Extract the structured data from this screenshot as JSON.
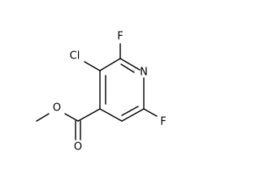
{
  "molecule": {
    "atom_labels": {
      "chlorine": "Cl",
      "fluorine_top": "F",
      "nitrogen": "N",
      "fluorine_bottom": "F",
      "ester_oxygen": "O",
      "carbonyl_oxygen": "O"
    }
  }
}
